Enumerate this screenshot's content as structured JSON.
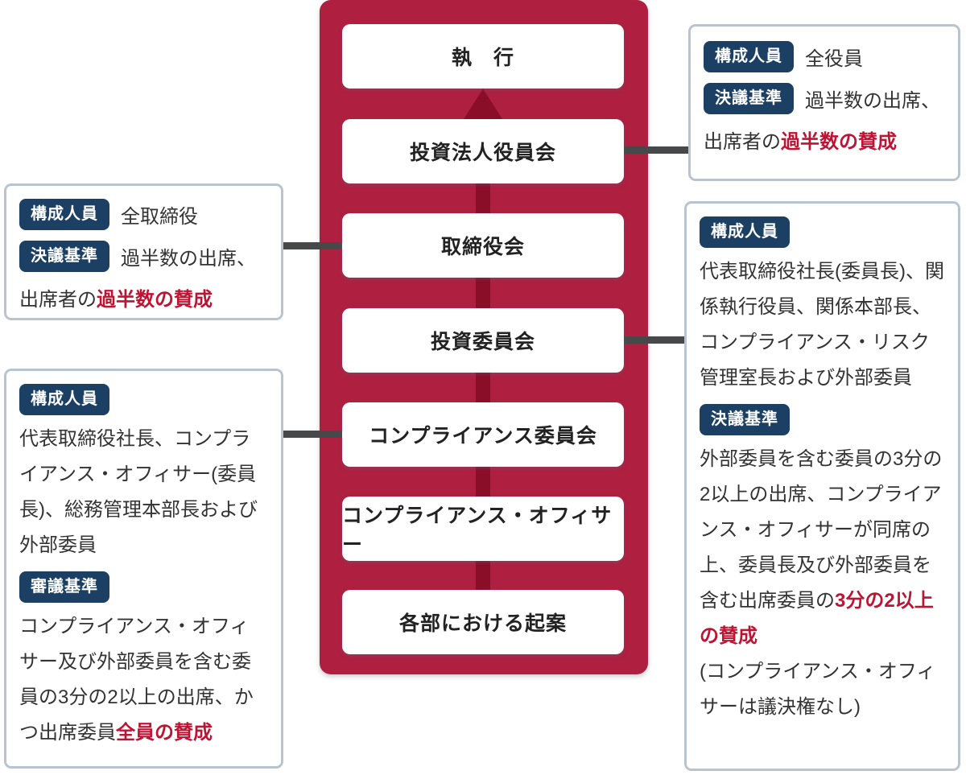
{
  "diagram_type": "governance-decision-flow",
  "colors": {
    "column_crimson": "#AF1F40",
    "arrow_dark_red": "#8B0E28",
    "badge_navy": "#1C4063",
    "emphasis_red": "#BE1433",
    "callout_border": "#B9C4CF",
    "connector_gray": "#47484A",
    "node_text": "#222222"
  },
  "flow": {
    "nodes": [
      {
        "label": "執　行"
      },
      {
        "label": "投資法人役員会"
      },
      {
        "label": "取締役会"
      },
      {
        "label": "投資委員会"
      },
      {
        "label": "コンプライアンス委員会"
      },
      {
        "label": "コンプライアンス・オフィサー"
      },
      {
        "label": "各部における起案"
      }
    ],
    "direction": "bottom-to-top-arrow"
  },
  "callouts": {
    "top_right": {
      "linked_node": "投資法人役員会",
      "badge1": "構成人員",
      "text1": "全役員",
      "badge2": "決議基準",
      "text2": "過半数の出席、",
      "line3_black": "出席者の",
      "line3_red": "過半数の賛成"
    },
    "left_middle": {
      "linked_node": "取締役会",
      "badge1": "構成人員",
      "text1": "全取締役",
      "badge2": "決議基準",
      "text2": "過半数の出席、",
      "line3_black": "出席者の",
      "line3_red": "過半数の賛成"
    },
    "left_bottom": {
      "linked_node": "コンプライアンス委員会",
      "badge1": "構成人員",
      "body1": "代表取締役社長、コンプライアンス・オフィサー(委員長)、総務管理本部長および外部委員",
      "badge2": "審議基準",
      "body2_black": "コンプライアンス・オフィサー及び外部委員を含む委員の3分の2以上の出席、かつ出席委員",
      "body2_red": "全員の賛成"
    },
    "right_big": {
      "linked_node": "投資委員会",
      "badge1": "構成人員",
      "body1": "代表取締役社長(委員長)、関係執行役員、関係本部長、コンプライアンス・リスク管理室長および外部委員",
      "badge2": "決議基準",
      "body2_black": "外部委員を含む委員の3分の2以上の出席、コンプライアンス・オフィサーが同席の上、委員長及び外部委員を含む出席委員の",
      "body2_red": "3分の2以上の賛成",
      "body2_note": "(コンプライアンス・オフィサーは議決権なし)"
    }
  }
}
